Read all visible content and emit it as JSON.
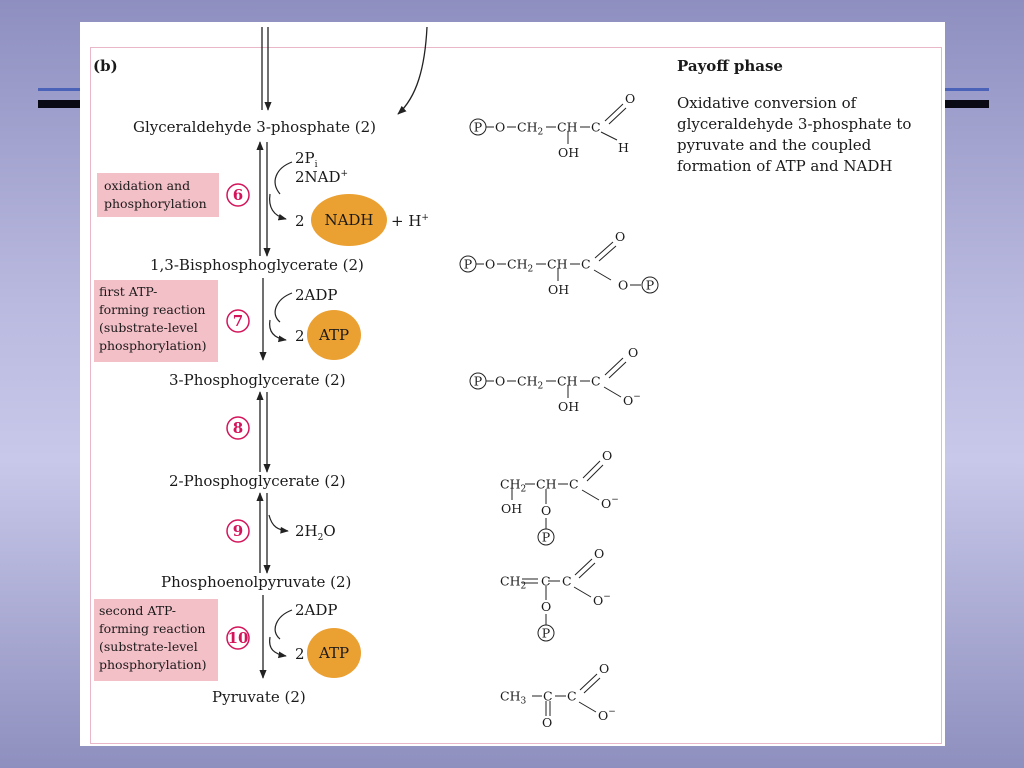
{
  "panel_label": "(b)",
  "phase_title": "Payoff phase",
  "description_lines": [
    "Oxidative conversion of",
    "glyceraldehyde 3-phosphate to",
    "pyruvate and the coupled",
    "formation of ATP and NADH"
  ],
  "intermediates": {
    "g3p": "Glyceraldehyde 3-phosphate (2)",
    "bpg": "1,3-Bisphosphoglycerate (2)",
    "pg3": "3-Phosphoglycerate (2)",
    "pg2": "2-Phosphoglycerate (2)",
    "pep": "Phosphoenolpyruvate (2)",
    "pyr": "Pyruvate (2)"
  },
  "steps": {
    "s6": {
      "number": "6",
      "box": [
        "oxidation and",
        "phosphorylation"
      ]
    },
    "s7": {
      "number": "7",
      "box": [
        "first ATP-",
        "forming reaction",
        "(substrate-level",
        "phosphorylation)"
      ]
    },
    "s8": {
      "number": "8"
    },
    "s9": {
      "number": "9"
    },
    "s10": {
      "number": "10",
      "box": [
        "second ATP-",
        "forming reaction",
        "(substrate-level",
        "phosphorylation)"
      ]
    }
  },
  "cofactors": {
    "two_pi": "2P",
    "pi_sub": "i",
    "two_nad": "2NAD",
    "nad_sup": "+",
    "nadh_coef": "2",
    "nadh": "NADH",
    "plus_h": "+ H",
    "h_sup": "+",
    "adp_7": "2ADP",
    "atp_coef_7": "2",
    "atp_7": "ATP",
    "water": "2H",
    "water_sub": "2",
    "water_o": "O",
    "adp_10": "2ADP",
    "atp_coef_10": "2",
    "atp_10": "ATP"
  },
  "chem": {
    "P": "P",
    "O": "O",
    "ch2": "CH",
    "ch3": "CH",
    "ch": "CH",
    "c": "C",
    "oh": "OH",
    "h": "H",
    "o_minus": "O",
    "minus": "−",
    "sub2": "2",
    "sub3": "3"
  },
  "colors": {
    "pink_box": "#f4c0c8",
    "step_magenta": "#d4145a",
    "blob_orange": "#eba032"
  }
}
